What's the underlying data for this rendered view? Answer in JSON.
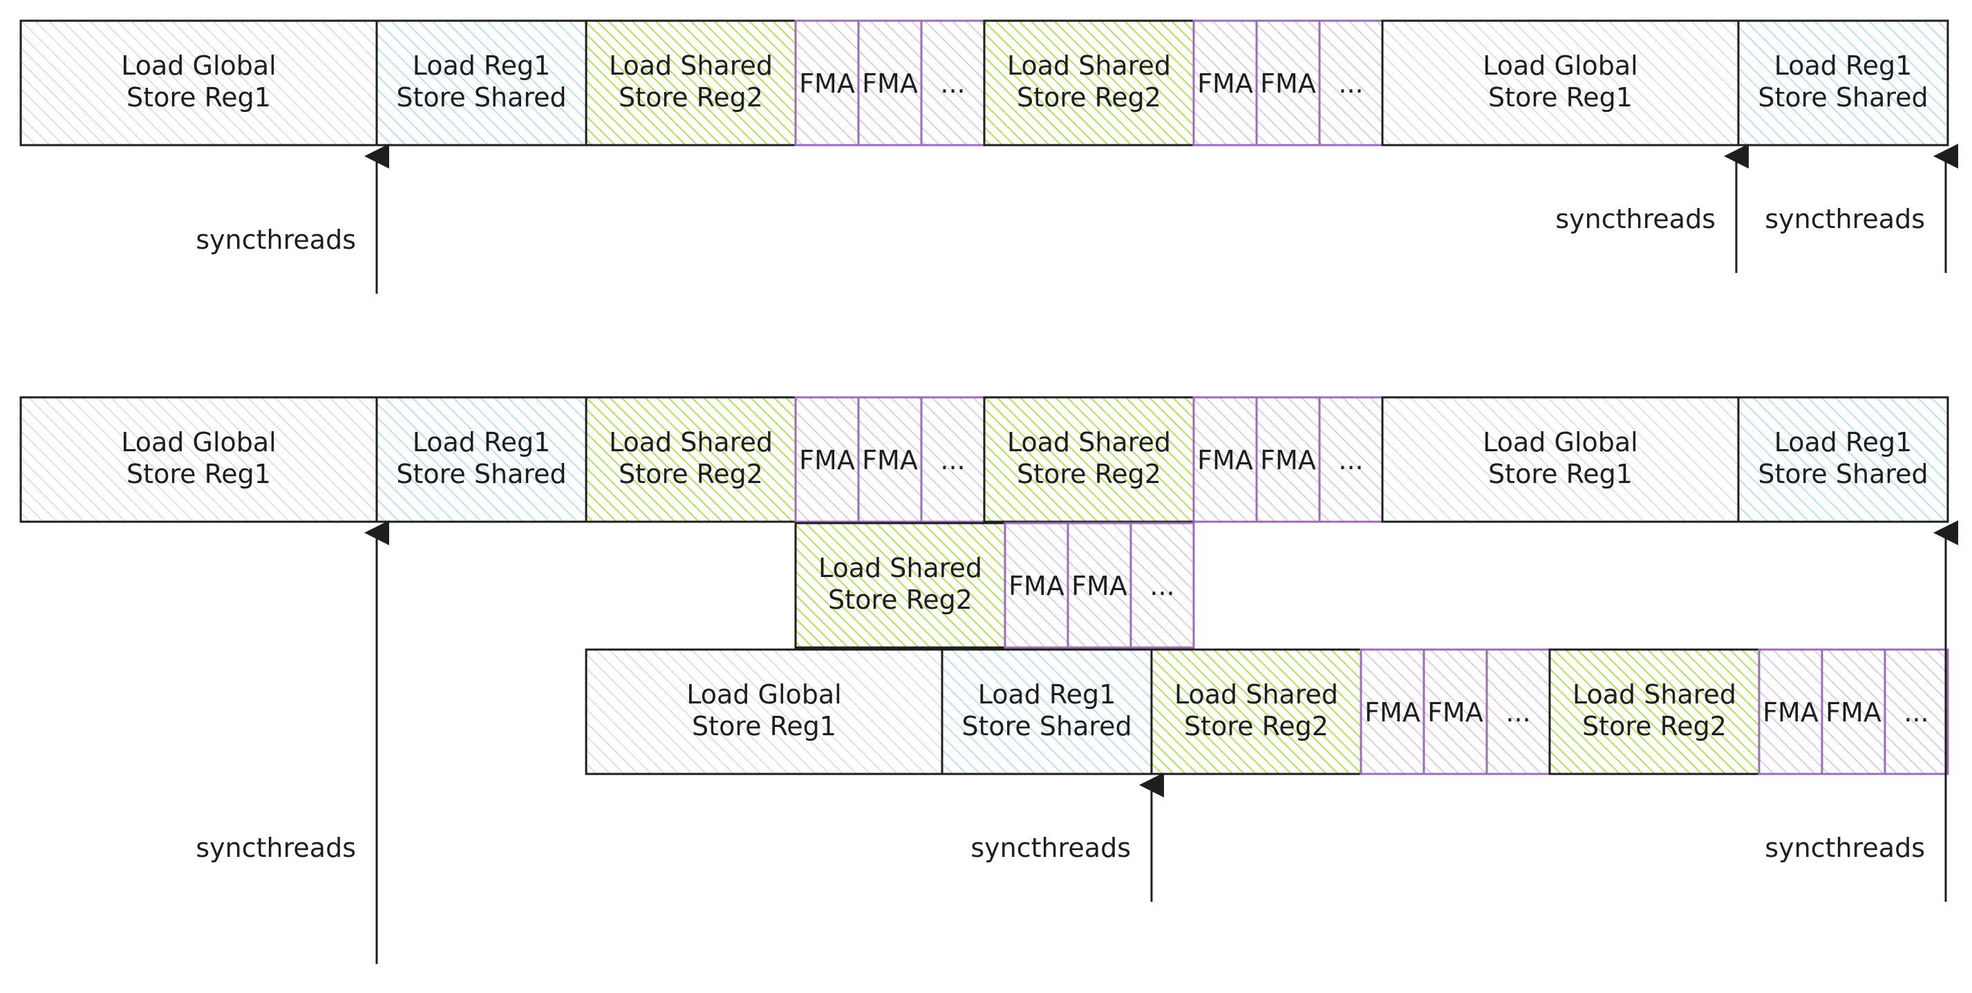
{
  "colors": {
    "global": "#c9c9c9",
    "reg1": "#a5d8ff",
    "shared": "#b2e05a",
    "fma": "#d4bfe6",
    "fma_border": "#9b6db5",
    "border": "#1e1e1e",
    "arrow": "#1e1e1e"
  },
  "block_kinds": {
    "global": [
      "Load Global",
      "Store Reg1"
    ],
    "reg1": [
      "Load Reg1",
      "Store Shared"
    ],
    "shared": [
      "Load Shared",
      "Store Reg2"
    ],
    "fma": [
      "FMA"
    ],
    "dots": [
      "..."
    ]
  },
  "top_diagram": {
    "row1": [
      "global",
      "reg1",
      "shared",
      "fma",
      "fma",
      "dots",
      "shared",
      "fma",
      "fma",
      "dots",
      "global",
      "reg1"
    ],
    "sync_labels": [
      "syncthreads",
      "syncthreads",
      "syncthreads"
    ]
  },
  "bottom_diagram": {
    "row1": [
      "global",
      "reg1",
      "shared",
      "fma",
      "fma",
      "dots",
      "shared",
      "fma",
      "fma",
      "dots",
      "global",
      "reg1"
    ],
    "row2": [
      "shared",
      "fma",
      "fma",
      "dots"
    ],
    "row3": [
      "global",
      "reg1",
      "shared",
      "fma",
      "fma",
      "dots",
      "shared",
      "fma",
      "fma",
      "dots"
    ],
    "sync_labels": [
      "syncthreads",
      "syncthreads",
      "syncthreads"
    ]
  }
}
